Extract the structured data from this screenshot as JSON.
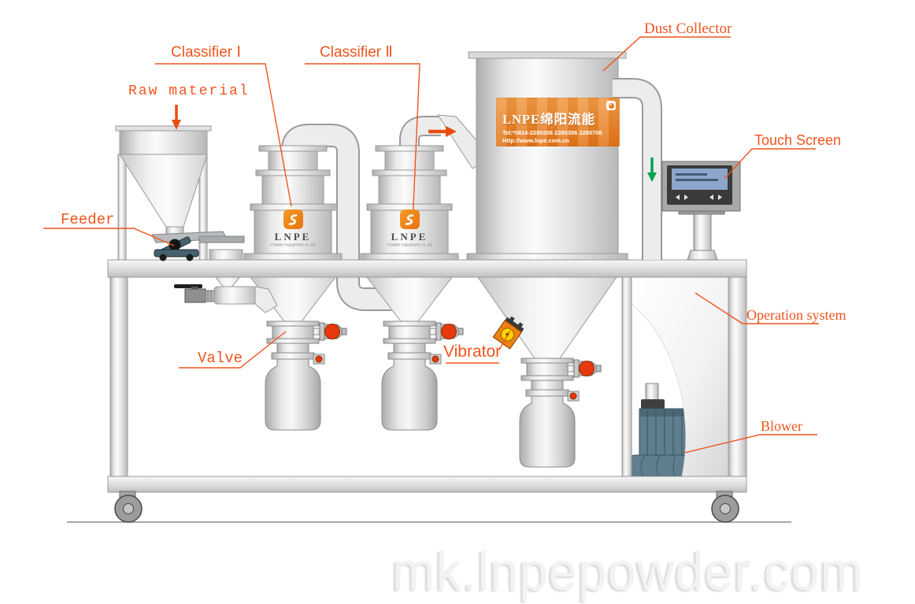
{
  "labels": {
    "raw_material": "Raw material",
    "classifier1": "Classifier Ⅰ",
    "classifier2": "Classifier Ⅱ",
    "dust_collector": "Dust Collector",
    "feeder": "Feeder",
    "valve": "Valve",
    "vibrator": "Vibrator",
    "touch_screen": "Touch Screen",
    "operation_system": "Operation system",
    "blower": "Blower"
  },
  "banner": {
    "brand": "LNPE绵阳流能",
    "tel": "Tel:*0816-2280206 2280306 2280706",
    "url": "Http://www.lnpe.com.cn"
  },
  "badge": {
    "name": "LNPE",
    "subtitle": "Powder equipment co.,ltd"
  },
  "watermark": {
    "text": "mk.lnpepowder.com"
  },
  "colors": {
    "accent_orange": "#f0541e",
    "banner_orange": "#e8821f",
    "valve_red": "#e8380d",
    "green_arrow": "#00a550",
    "blower_teal": "#5f7e8e",
    "metal_gray": "#ececec"
  }
}
